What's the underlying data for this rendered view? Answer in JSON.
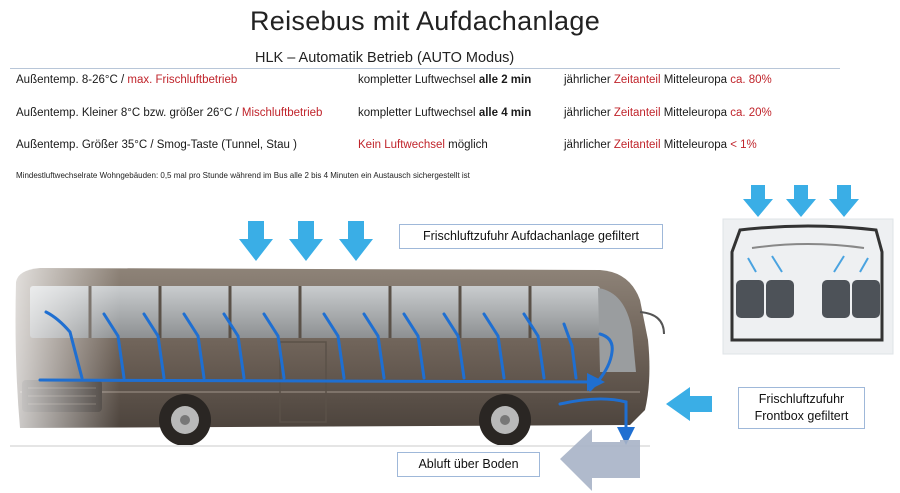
{
  "title": "Reisebus mit Aufdachanlage",
  "subtitle": "HLK – Automatik Betrieb (AUTO Modus)",
  "rows": [
    {
      "temp_plain": "Außentemp. 8-26°C / ",
      "temp_red": "max. Frischluftbetrieb",
      "change_red": "",
      "change_plain": "kompletter Luftwechsel ",
      "change_bold": "alle 2 min",
      "share_plain": "jährlicher ",
      "share_red": "Zeitanteil",
      "share_plain2": " Mitteleuropa ",
      "share_value": "ca. 80%"
    },
    {
      "temp_plain": "Außentemp. Kleiner 8°C bzw. größer 26°C / ",
      "temp_red": "Mischluftbetrieb",
      "change_red": "",
      "change_plain": "kompletter Luftwechsel ",
      "change_bold": "alle 4 min",
      "share_plain": "jährlicher ",
      "share_red": "Zeitanteil",
      "share_plain2": " Mitteleuropa ",
      "share_value": "ca. 20%"
    },
    {
      "temp_plain": "Außentemp. Größer 35°C / Smog-Taste (Tunnel, Stau )",
      "temp_red": "",
      "change_red": "Kein Luftwechsel",
      "change_plain": " möglich",
      "change_bold": "",
      "share_plain": "jährlicher ",
      "share_red": "Zeitanteil",
      "share_plain2": " Mitteleuropa ",
      "share_value": "< 1%"
    }
  ],
  "note": "Mindestluftwechselrate Wohngebäuden:  0,5 mal pro Stunde während im Bus alle 2 bis 4 Minuten ein Austausch sichergestellt ist",
  "labels": {
    "roof": "Frischluftzufuhr Aufdachanlage gefiltert",
    "front_line1": "Frischluftzufuhr",
    "front_line2": "Frontbox gefiltert",
    "exhaust": "Abluft über Boden"
  },
  "colors": {
    "arrow": "#3aaee6",
    "airflow": "#1f6fd1",
    "exhaust_arrow": "#a7b3c6",
    "red_text": "#c0242b",
    "bus_body": "#6e6258"
  }
}
